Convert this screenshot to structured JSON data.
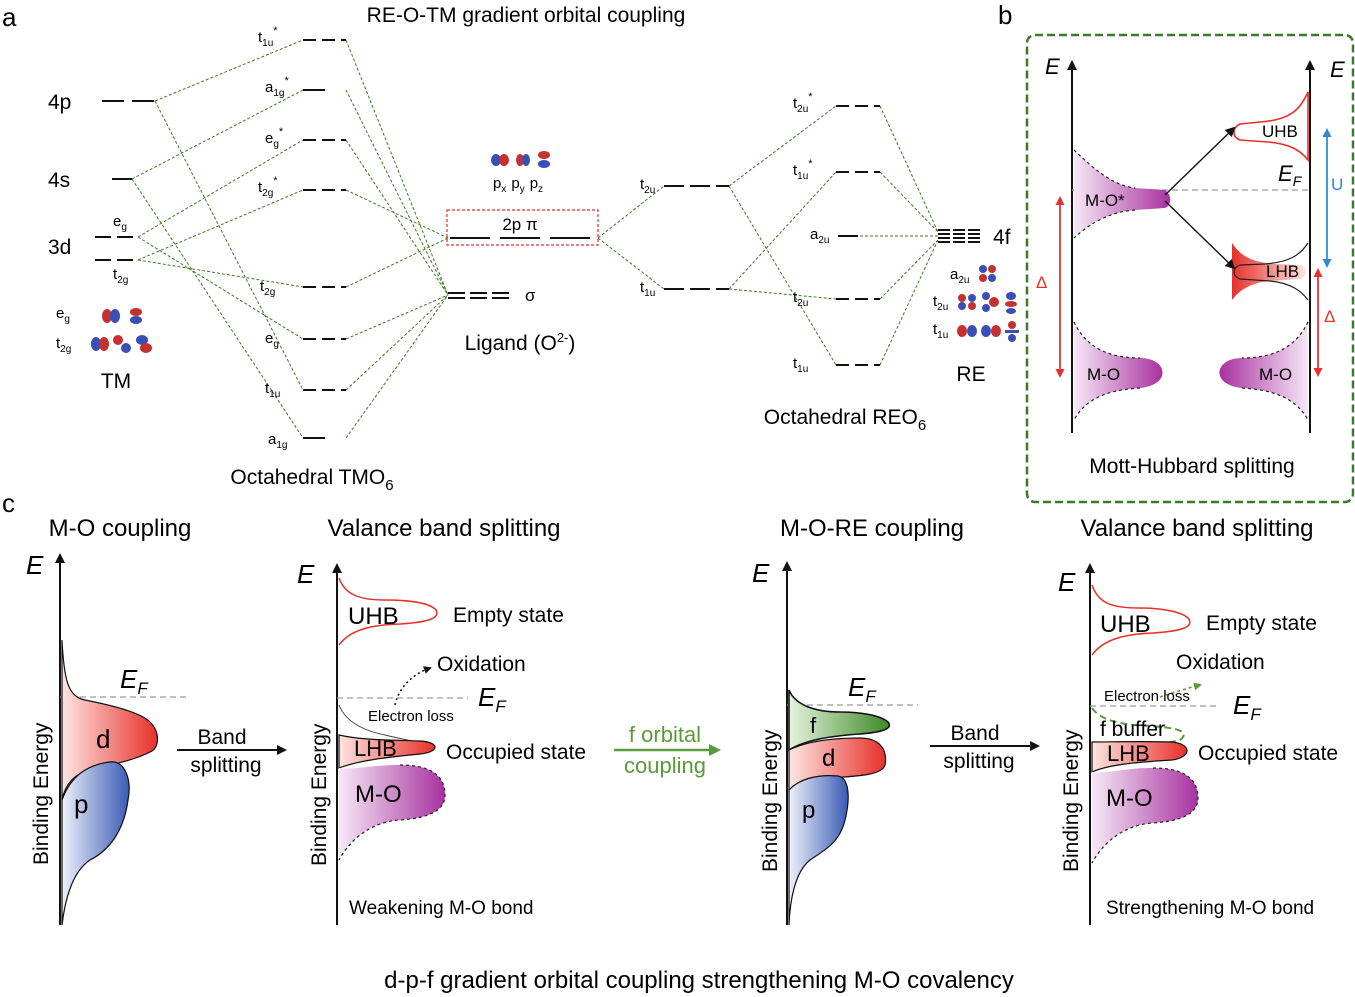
{
  "panel_letters": {
    "a": "a",
    "b": "b",
    "c": "c"
  },
  "panel_a": {
    "title": "RE-O-TM gradient orbital coupling",
    "tm": {
      "levels": {
        "p4": "4p",
        "s4": "4s",
        "d3": "3d"
      },
      "eg": "e",
      "eg_sub": "g",
      "t2g": "t",
      "t2g_sub": "2g",
      "label": "TM"
    },
    "tmo6": {
      "t1u_star": "t",
      "t1u_star_sub": "1u",
      "t1u_star_sup": "*",
      "a1g_star": "a",
      "a1g_star_sub": "1g",
      "a1g_star_sup": "*",
      "eg_star": "e",
      "eg_star_sub": "g",
      "eg_star_sup": "*",
      "t2g_star": "t",
      "t2g_star_sub": "2g",
      "t2g_star_sup": "*",
      "t2g": "t",
      "t2g_sub": "2g",
      "eg": "e",
      "eg_sub": "g",
      "t1u": "t",
      "t1u_sub": "1u",
      "a1g": "a",
      "a1g_sub": "1g",
      "caption": "Octahedral TMO",
      "caption_sub": "6"
    },
    "ligand": {
      "p_orbitals": [
        "p",
        "p",
        "p"
      ],
      "p_subs": [
        "x",
        "y",
        "z"
      ],
      "pi": "2p π",
      "sigma": "σ",
      "label": "Ligand (O",
      "label_sup": "2-",
      "label_end": ")"
    },
    "reo6": {
      "t2u_star": "t",
      "t2u_star_sub": "2u",
      "t2u_star_sup": "*",
      "t1u_star": "t",
      "t1u_star_sub": "1u",
      "t1u_star_sup": "*",
      "a2u": "a",
      "a2u_sub": "2u",
      "t2u": "t",
      "t2u_sub": "2u",
      "t1u": "t",
      "t1u_sub": "1u",
      "left_t2u": "t",
      "left_t2u_sub": "2u",
      "left_t1u": "t",
      "left_t1u_sub": "1u",
      "caption": "Octahedral REO",
      "caption_sub": "6"
    },
    "re": {
      "level": "4f",
      "a2u": "a",
      "a2u_sub": "2u",
      "t2u": "t",
      "t2u_sub": "2u",
      "t1u": "t",
      "t1u_sub": "1u",
      "label": "RE"
    }
  },
  "panel_b": {
    "axis_left": "E",
    "axis_right": "E",
    "uhb": "UHB",
    "lhb": "LHB",
    "ef": "E",
    "ef_sub": "F",
    "u": "U",
    "delta": "Δ",
    "mo_star": "M-O*",
    "mo_left": "M-O",
    "mo_right": "M-O",
    "caption": "Mott-Hubbard splitting"
  },
  "panel_c": {
    "sections": [
      {
        "title": "M-O coupling",
        "axis": "E",
        "ylabel": "Binding Energy",
        "ef": "E",
        "ef_sub": "F",
        "bands": [
          "d",
          "p"
        ]
      },
      {
        "title": "Valance band splitting",
        "axis": "E",
        "ylabel": "Binding Energy",
        "ef": "E",
        "ef_sub": "F",
        "uhb": "UHB",
        "empty": "Empty state",
        "oxidation": "Oxidation",
        "electron_loss": "Electron loss",
        "lhb": "LHB",
        "occupied": "Occupied state",
        "mo": "M-O",
        "caption": "Weakening  M-O bond"
      },
      {
        "title": "M-O-RE coupling",
        "axis": "E",
        "ylabel": "Binding Energy",
        "ef": "E",
        "ef_sub": "F",
        "bands": [
          "f",
          "d",
          "p"
        ]
      },
      {
        "title": "Valance band splitting",
        "axis": "E",
        "ylabel": "Binding Energy",
        "ef": "E",
        "ef_sub": "F",
        "uhb": "UHB",
        "empty": "Empty state",
        "oxidation": "Oxidation",
        "electron_loss": "Electron loss",
        "f_buffer": "f buffer",
        "lhb": "LHB",
        "occupied": "Occupied state",
        "mo": "M-O",
        "caption": "Strengthening  M-O bond"
      }
    ],
    "arrow1": [
      "Band",
      "splitting"
    ],
    "arrow2": [
      "f orbital",
      "coupling"
    ],
    "arrow3": [
      "Band",
      "splitting"
    ],
    "bottom_title": "d-p-f gradient orbital coupling strengthening M-O covalency"
  },
  "colors": {
    "connector": "#3d7a1e",
    "red": "#e8302a",
    "magenta": "#b04bb0",
    "blue": "#3a5bb5",
    "green": "#5a9a3a",
    "u_arrow": "#2a8ad8",
    "pi_box": "#e03030",
    "panel_b_border": "#3a7a2a"
  }
}
